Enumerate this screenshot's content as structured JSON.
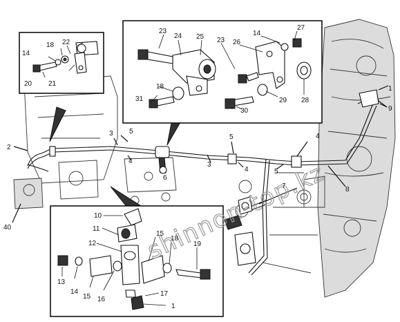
{
  "diagram": {
    "watermark": "shinnon-top.kz",
    "callouts_main": [
      "1",
      "2",
      "3",
      "4",
      "5",
      "3",
      "4",
      "5",
      "4",
      "5",
      "6",
      "7",
      "8",
      "9",
      "40"
    ],
    "callouts_box_top_left": [
      "22",
      "18",
      "14",
      "20",
      "21"
    ],
    "callouts_box_top_right": [
      "23",
      "24",
      "25",
      "23",
      "26",
      "14",
      "27",
      "18",
      "31",
      "30",
      "29",
      "28"
    ],
    "callouts_box_bottom": [
      "10",
      "11",
      "12",
      "15",
      "18",
      "19",
      "13",
      "14",
      "15",
      "16",
      "17",
      "1"
    ]
  }
}
